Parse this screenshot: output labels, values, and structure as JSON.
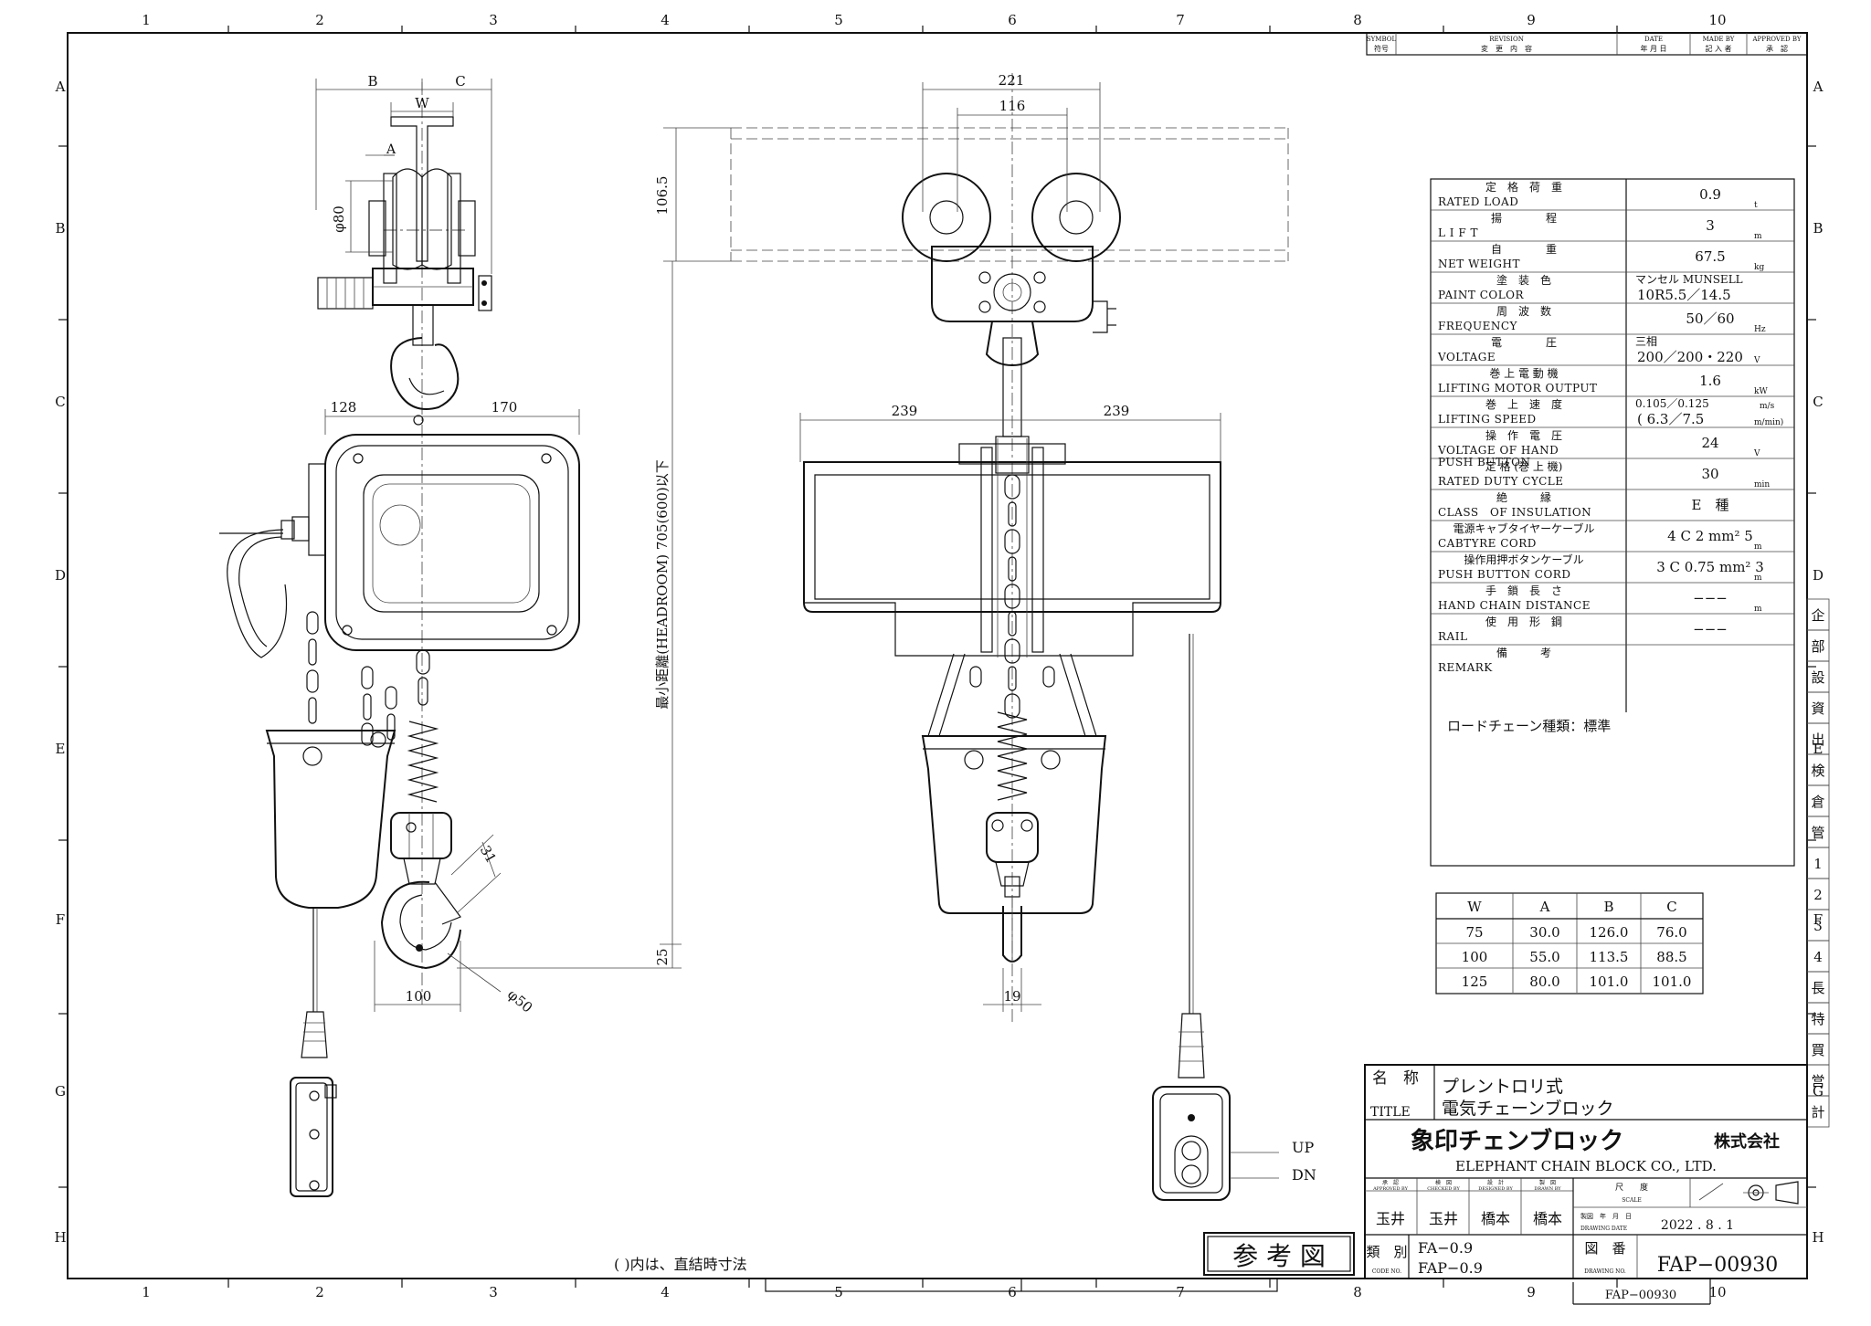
{
  "grid": {
    "cols": [
      "1",
      "2",
      "3",
      "4",
      "5",
      "6",
      "7",
      "8",
      "9",
      "10"
    ],
    "rows": [
      "A",
      "B",
      "C",
      "D",
      "E",
      "F",
      "G",
      "H"
    ]
  },
  "revision_block": {
    "symbol_en": "SYMBOL",
    "symbol_jp": "符号",
    "revision_en": "REVISION",
    "revision_jp": "変　更　内　容",
    "date_en": "DATE",
    "date_jp": "年 月 日",
    "madeby_en": "MADE BY",
    "madeby_jp": "記 入 者",
    "approved_en": "APPROVED BY",
    "approved_jp": "承　認"
  },
  "approval_strip": [
    "企",
    "部",
    "設",
    "資",
    "出",
    "検",
    "倉",
    "管",
    "1",
    "2",
    "3",
    "4",
    "長",
    "特",
    "買",
    "営",
    "計"
  ],
  "side_view_dims": {
    "B": "B",
    "C": "C",
    "W": "W",
    "A": "A",
    "phi80": "φ80",
    "d128": "128",
    "d170": "170",
    "d31": "31",
    "d100": "100",
    "phi50": "φ50"
  },
  "front_view_dims": {
    "d221": "221",
    "d116": "116",
    "d106_5": "106.5",
    "d239_left": "239",
    "d239_right": "239",
    "headroom": "最小距離(HEADROOM) 705(600)以下",
    "d25": "25",
    "d19": "19"
  },
  "pendant_labels": {
    "up": "UP",
    "dn": "DN"
  },
  "spec_table": {
    "rows": [
      {
        "jp": "定　格　荷　重",
        "en": "RATED LOAD",
        "value": "0.9",
        "unit": "t"
      },
      {
        "jp": "揚　　　　程",
        "en": "L I F T",
        "value": "3",
        "unit": "m"
      },
      {
        "jp": "自　　　　重",
        "en": "NET WEIGHT",
        "value": "67.5",
        "unit": "kg"
      },
      {
        "jp": "塗　装　色",
        "en": "PAINT COLOR",
        "value_top": "マンセル MUNSELL",
        "value": "10R5.5／14.5",
        "unit": ""
      },
      {
        "jp": "周　波　数",
        "en": "FREQUENCY",
        "value": "50／60",
        "unit": "Hz"
      },
      {
        "jp": "電　　　　圧",
        "en": "VOLTAGE",
        "value_top": "三相",
        "value": "200／200・220",
        "unit": "V"
      },
      {
        "jp": "巻 上 電 動 機",
        "en": "LIFTING MOTOR OUTPUT",
        "value": "1.6",
        "unit": "kW"
      },
      {
        "jp": "巻　上　速　度",
        "en": "LIFTING SPEED",
        "value_top": "0.105／0.125",
        "unit_top": "m/s",
        "value": "( 6.3／7.5",
        "unit": "m/min)"
      },
      {
        "jp": "操　作　電　圧",
        "en": "VOLTAGE OF HAND",
        "en2": "PUSH BUTTON",
        "value": "24",
        "unit": "V"
      },
      {
        "jp": "定 格 (巻 上 機)",
        "en": "RATED DUTY CYCLE",
        "value": "30",
        "unit": "min"
      },
      {
        "jp": "絶　　　縁",
        "en": "CLASS　OF INSULATION",
        "value": "E　種",
        "unit": ""
      },
      {
        "jp": "電源キャブタイヤーケーブル",
        "en": "CABTYRE CORD",
        "value": "4 C  2 mm²  5",
        "unit": "m"
      },
      {
        "jp": "操作用押ボタンケーブル",
        "en": "PUSH BUTTON CORD",
        "value": "3 C 0.75 mm²  3",
        "unit": "m"
      },
      {
        "jp": "手　鎖　長　さ",
        "en": "HAND CHAIN DISTANCE",
        "value": "−−−",
        "unit": "m"
      },
      {
        "jp": "使　用　形　鋼",
        "en": "RAIL",
        "value": "−−−",
        "unit": ""
      },
      {
        "jp": "備　　　考",
        "en": "REMARK",
        "value": "",
        "unit": ""
      }
    ],
    "note": "ロードチェーン種類：標準"
  },
  "dim_table": {
    "headers": [
      "W",
      "A",
      "B",
      "C"
    ],
    "rows": [
      [
        "75",
        "30.0",
        "126.0",
        "76.0"
      ],
      [
        "100",
        "55.0",
        "113.5",
        "88.5"
      ],
      [
        "125",
        "80.0",
        "101.0",
        "101.0"
      ]
    ]
  },
  "title_block": {
    "name_label_jp": "名　称",
    "name_label_en": "TITLE",
    "title_line1": "プレントロリ式",
    "title_line2": "電気チェーンブロック",
    "company_jp": "象印チェンブロック",
    "company_kk": "株式会社",
    "company_en": "ELEPHANT CHAIN BLOCK CO., LTD.",
    "sign_labels": [
      {
        "jp": "承　認",
        "en": "APPROVED BY"
      },
      {
        "jp": "検　図",
        "en": "CHECKED BY"
      },
      {
        "jp": "設　計",
        "en": "DESIGNED BY"
      },
      {
        "jp": "製　図",
        "en": "DRAWN BY"
      }
    ],
    "signatures": [
      "玉井",
      "玉井",
      "橋本",
      "橋本"
    ],
    "scale_jp": "尺　　度",
    "scale_en": "SCALE",
    "date_label_jp": "製図　年　月　日",
    "date_label_en": "DRAWING DATE",
    "date_value": "2022 . 8 . 1",
    "type_label_jp": "類　別",
    "type_label_en": "CODE NO.",
    "type_value1": "FA−0.9",
    "type_value2": "FAP−0.9",
    "drawing_no_jp": "図　番",
    "drawing_no_en": "DRAWING NO.",
    "drawing_no": "FAP−00930",
    "drawing_no_small": "FAP−00930"
  },
  "reference_stamp": "参 考 図",
  "footnote": "( )内は、直結時寸法"
}
